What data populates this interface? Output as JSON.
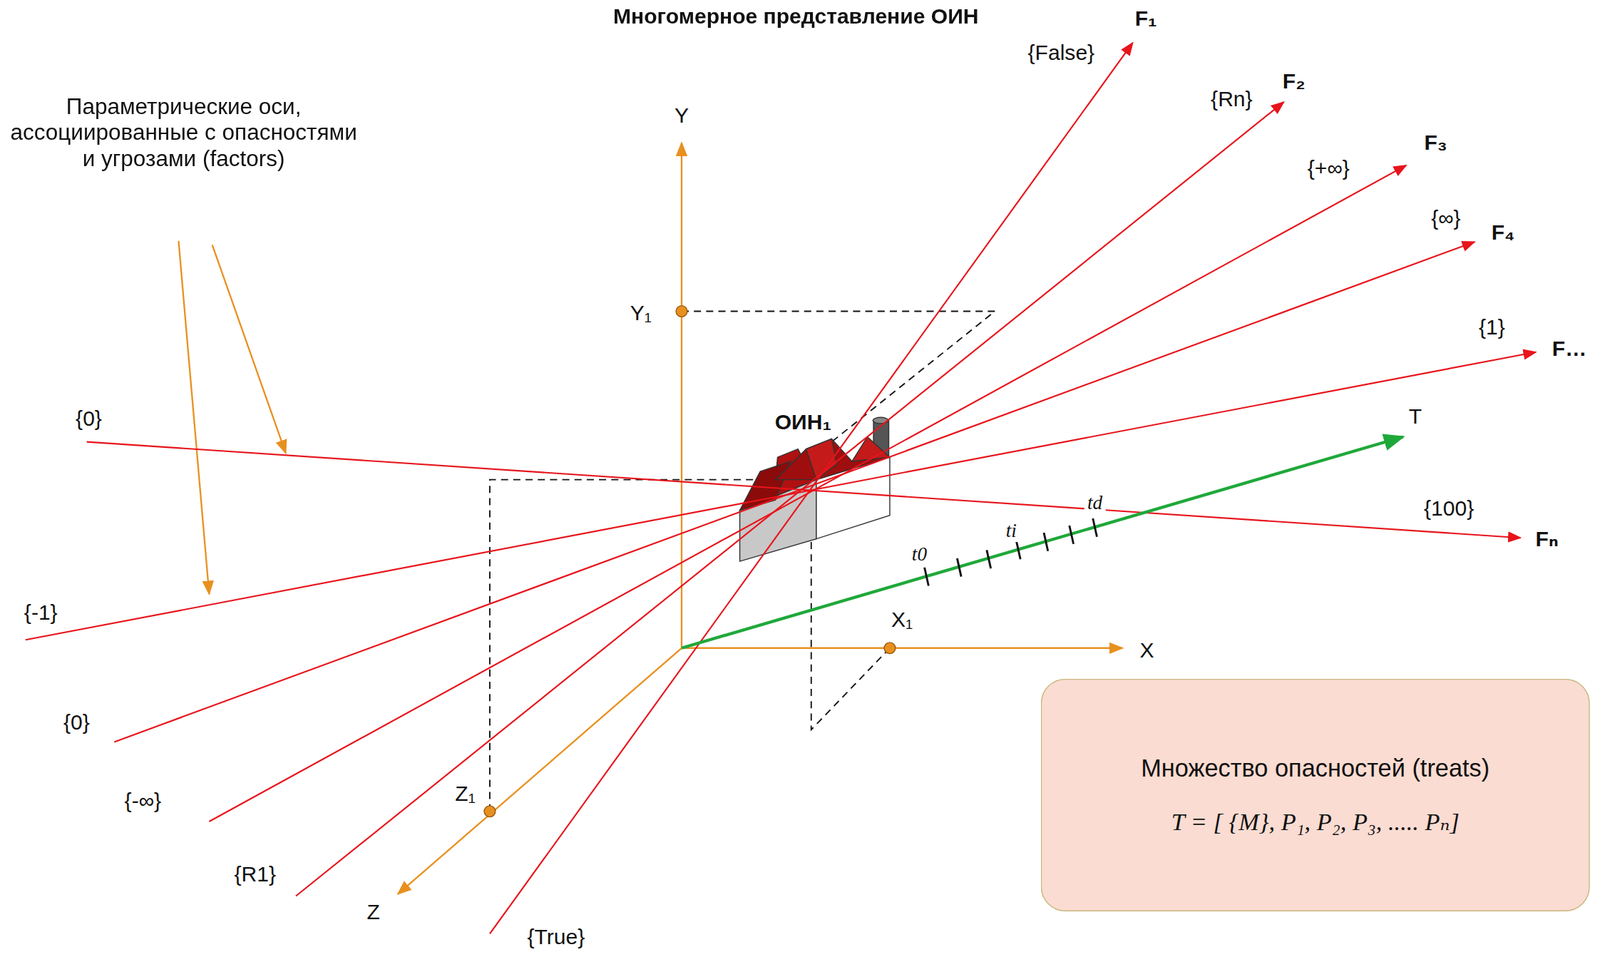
{
  "diagram": {
    "title": "Многомерное представление ОИН",
    "nodes": [
      {
        "text": [
          "Множество опасностей (treats)",
          "T = [ {M}, P₁, P₂, P₃, ..... Pₙ]"
        ]
      }
    ],
    "labels": [
      "Параметрические оси, ассоциированные с опасностями и угрозами (factors)",
      "Y",
      "Y₁",
      "X",
      "X₁",
      "Z",
      "Z₁",
      "T",
      "t0",
      "ti",
      "td",
      "ОИН₁",
      "F₁",
      "{False}",
      "F₂",
      "{Rn}",
      "F₃",
      "{+∞}",
      "F₄",
      "{∞}",
      "F…",
      "{1}",
      "Fₙ",
      "{100}",
      "{0}",
      "{-1}",
      "{0}",
      "{-∞}",
      "{R1}",
      "{True}"
    ]
  }
}
